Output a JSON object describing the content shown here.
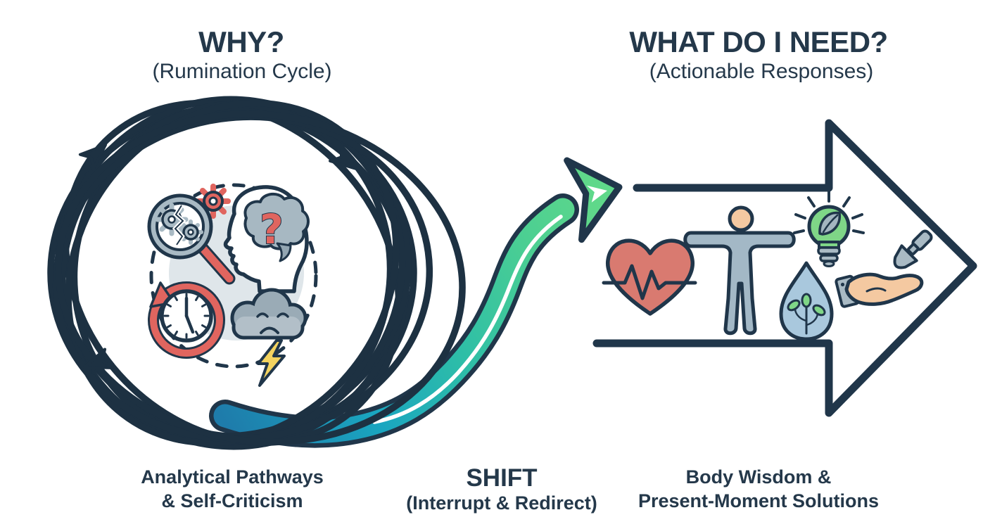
{
  "titles": {
    "left": {
      "heading": "WHY?",
      "subheading": "(Rumination Cycle)"
    },
    "right": {
      "heading": "WHAT DO I NEED?",
      "subheading": "(Actionable Responses)"
    }
  },
  "captions": {
    "left_line1": "Analytical Pathways",
    "left_line2": "& Self-Criticism",
    "center_heading": "SHIFT",
    "center_subheading": "(Interrupt & Redirect)",
    "right_line1": "Body Wisdom &",
    "right_line2": "Present-Moment Solutions"
  },
  "icons": {
    "question_glyph": "?",
    "left_cluster": [
      "magnifier-gears-icon",
      "head-question-icon",
      "rewind-clock-icon",
      "storm-cloud-lightning-icon"
    ],
    "connectors": [
      "rumination-tangle",
      "shift-s-arrow",
      "forward-arrow"
    ],
    "right_cluster": [
      "heart-pulse-icon",
      "person-open-arms-icon",
      "bulb-leaf-icon",
      "water-drop-plant-icon",
      "hand-trowel-icon"
    ]
  },
  "colors": {
    "outline_navy": "#20364a",
    "text_dark": "#24384a",
    "accent_red": "#e0655f",
    "heart_salmon": "#d97a70",
    "gray_blue": "#a9bac4",
    "cloud_gray": "#9aabb6",
    "bolt_yellow": "#f3d35f",
    "leaf_green": "#7fd687",
    "arrow_green": "#5fd88a",
    "arrow_teal": "#1e7cab",
    "drop_blue": "#a9c8dd",
    "skin_peach": "#f4c9a1",
    "blob_gray": "#dfe6ea"
  }
}
